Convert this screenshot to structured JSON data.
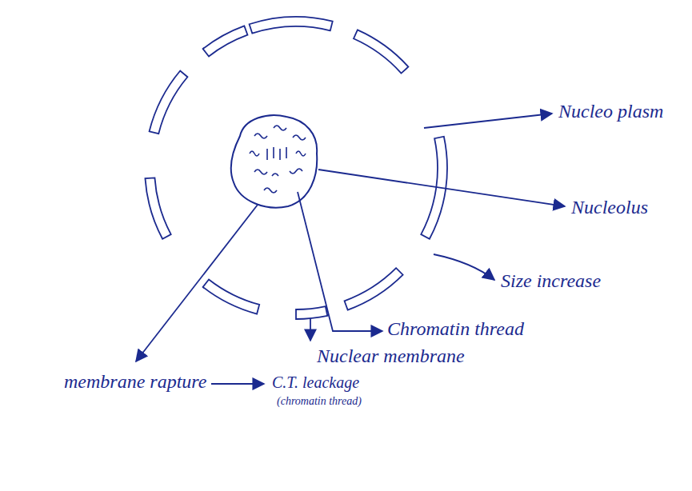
{
  "diagram": {
    "labels": [
      "Nucleo plasm",
      "Nucleolus",
      "Size increase",
      "Chromatin thread",
      "Nuclear membrane",
      "membrane rapture",
      "C.T. leackage",
      "(chromatin thread)"
    ]
  }
}
